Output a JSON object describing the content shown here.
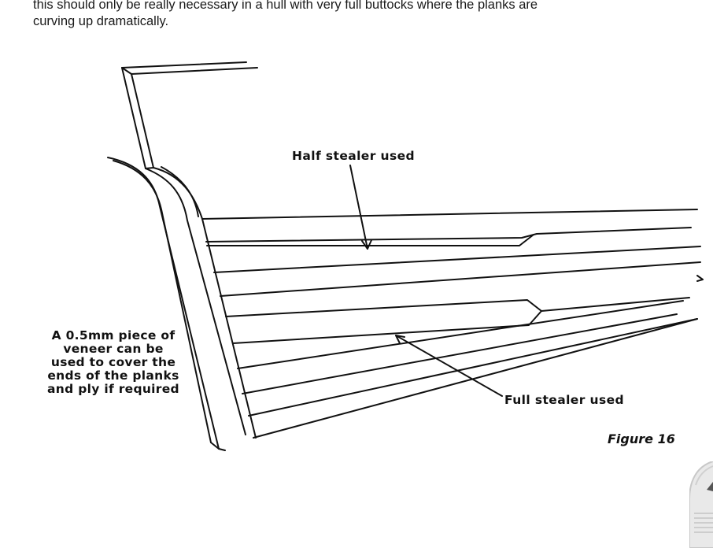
{
  "document": {
    "body_lines": [
      "this should only be really necessary in a hull with very full buttocks where the planks are",
      "curving up dramatically."
    ]
  },
  "figure": {
    "caption": "Figure 16",
    "labels": {
      "half_stealer": "Half stealer used",
      "full_stealer": "Full stealer used",
      "veneer_lines": [
        "A 0.5mm piece of",
        "veneer can be",
        "used to cover the",
        "ends of the planks",
        "and ply if required"
      ]
    }
  },
  "colors": {
    "ink": "#111111",
    "page": "#ffffff",
    "page_turn": "#e9e9e9"
  },
  "icons": {
    "page_turn": "page-curl-icon"
  }
}
